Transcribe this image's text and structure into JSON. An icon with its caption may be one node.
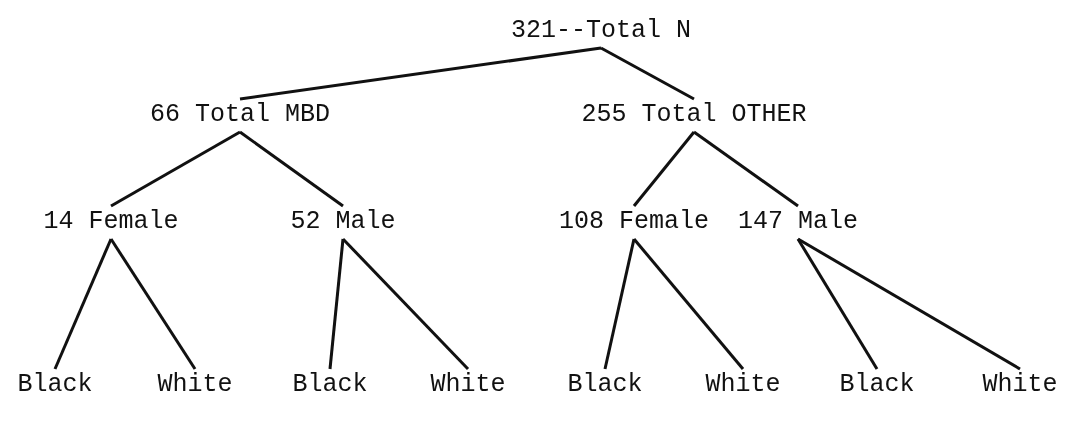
{
  "diagram": {
    "nodes": [
      {
        "text": [
          "321--Total N"
        ]
      },
      {
        "text": [
          "66 Total MBD"
        ]
      },
      {
        "text": [
          "255 Total OTHER"
        ]
      },
      {
        "text": [
          "14 Female"
        ]
      },
      {
        "text": [
          "52 Male"
        ]
      },
      {
        "text": [
          "108 Female"
        ]
      },
      {
        "text": [
          "147 Male"
        ]
      },
      {
        "text": [
          "Black"
        ]
      },
      {
        "text": [
          "White"
        ]
      },
      {
        "text": [
          "Black"
        ]
      },
      {
        "text": [
          "White"
        ]
      },
      {
        "text": [
          "Black"
        ]
      },
      {
        "text": [
          "White"
        ]
      },
      {
        "text": [
          "Black"
        ]
      },
      {
        "text": [
          "White"
        ]
      }
    ],
    "edges": [
      {
        "from": 0,
        "to": 1,
        "arrow": "none"
      },
      {
        "from": 0,
        "to": 2,
        "arrow": "none"
      },
      {
        "from": 1,
        "to": 3,
        "arrow": "none"
      },
      {
        "from": 1,
        "to": 4,
        "arrow": "none"
      },
      {
        "from": 2,
        "to": 5,
        "arrow": "none"
      },
      {
        "from": 2,
        "to": 6,
        "arrow": "none"
      },
      {
        "from": 3,
        "to": 7,
        "arrow": "none"
      },
      {
        "from": 3,
        "to": 8,
        "arrow": "none"
      },
      {
        "from": 4,
        "to": 9,
        "arrow": "none"
      },
      {
        "from": 4,
        "to": 10,
        "arrow": "none"
      },
      {
        "from": 5,
        "to": 11,
        "arrow": "none"
      },
      {
        "from": 5,
        "to": 12,
        "arrow": "none"
      },
      {
        "from": 6,
        "to": 13,
        "arrow": "none"
      },
      {
        "from": 6,
        "to": 14,
        "arrow": "none"
      }
    ]
  }
}
